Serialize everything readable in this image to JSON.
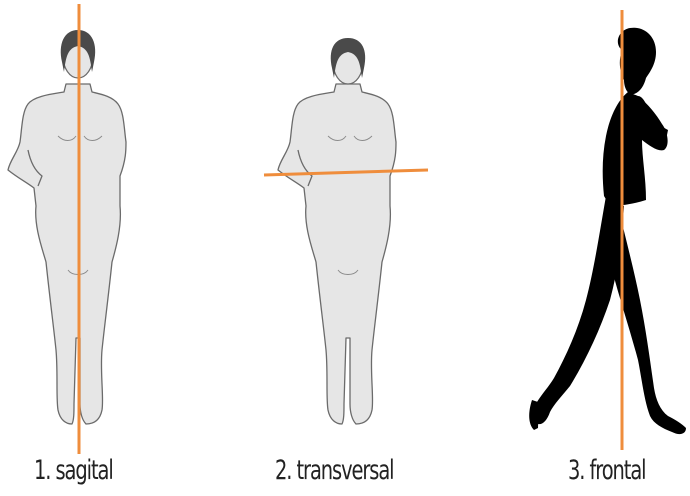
{
  "colors": {
    "plane_line": "#ef8d3c",
    "body_fill": "#e6e6e6",
    "body_outline": "#6b6b6b",
    "hair": "#4a4a4a",
    "silhouette": "#000000"
  },
  "figures": [
    {
      "id": "sagital",
      "caption": "1. sagital",
      "plane": "vertical line through body midline"
    },
    {
      "id": "transversal",
      "caption": "2. transversal",
      "plane": "horizontal line across waist"
    },
    {
      "id": "frontal",
      "caption": "3. frontal",
      "plane": "vertical line through side-view silhouette"
    }
  ]
}
